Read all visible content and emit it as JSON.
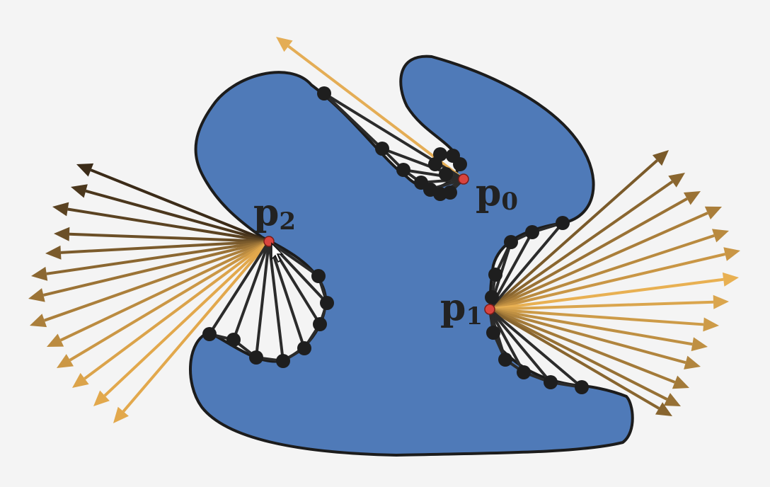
{
  "points": {
    "p0": {
      "letter": "p",
      "sub": "0"
    },
    "p1": {
      "letter": "p",
      "sub": "1"
    },
    "p2": {
      "letter": "p",
      "sub": "2"
    }
  },
  "colors": {
    "background": "#f4f4f4",
    "shape_fill": "#4f7ab8",
    "outline": "#1c1c1c",
    "segment": "#2b2b2b",
    "marker": "#1e1e1e",
    "point": "#d9443f",
    "ray_near": "#e2a84c",
    "ray_far": "#3b2b18"
  }
}
